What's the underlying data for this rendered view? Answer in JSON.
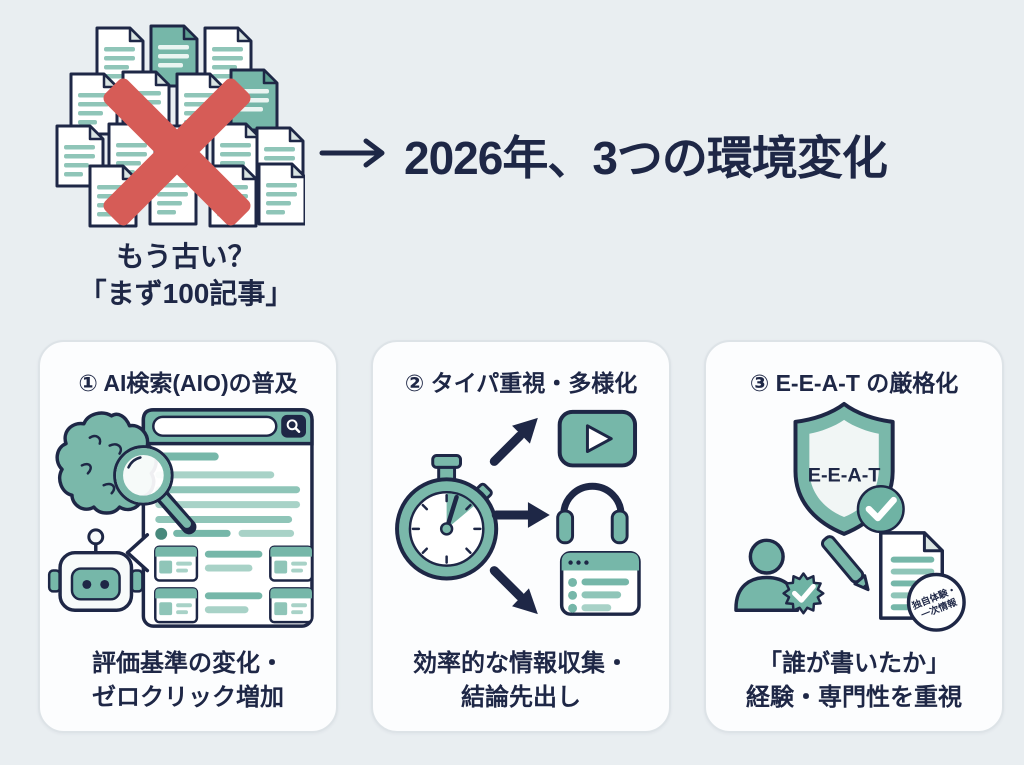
{
  "colors": {
    "background": "#e9eef1",
    "card_background": "#fcfdfe",
    "navy": "#1e2746",
    "teal": "#76b7a9",
    "teal_light": "#a8d2c7",
    "red_x": "#d65c57"
  },
  "header": {
    "stack_caption_line1": "もう古い？",
    "stack_caption_line2": "「まず100記事」",
    "title": "2026年、3つの環境変化"
  },
  "cards": [
    {
      "heading": "① AI検索(AIO)の普及",
      "caption_line1": "評価基準の変化・",
      "caption_line2": "ゼロクリック増加"
    },
    {
      "heading": "② タイパ重視・多様化",
      "caption_line1": "効率的な情報収集・",
      "caption_line2": "結論先出し"
    },
    {
      "heading": "③ E-E-A-T の厳格化",
      "caption_line1": "「誰が書いたか」",
      "caption_line2": "経験・専門性を重視",
      "shield_label": "E-E-A-T",
      "stamp_line1": "独自体験・",
      "stamp_line2": "一次情報"
    }
  ]
}
